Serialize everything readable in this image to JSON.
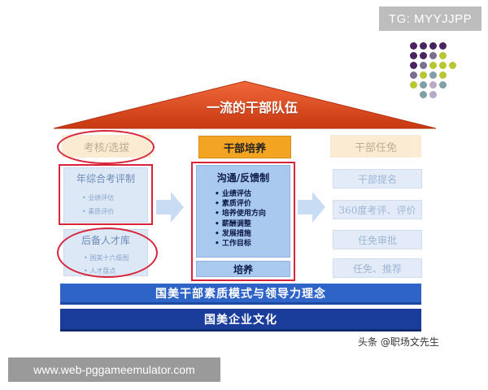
{
  "watermark": {
    "tg": "TG: MYYJJPP",
    "website": "www.web-pggameemulator.com",
    "credit": "头条 @职场文先生"
  },
  "roof": {
    "title": "一流的干部队伍"
  },
  "left": {
    "header": "考核/选拔",
    "panel1": {
      "title": "年综合考评制",
      "items": [
        "业绩评估",
        "素质评价"
      ]
    },
    "panel2": {
      "title": "后备人才库",
      "items": [
        "国美十六级图",
        "人才盘点"
      ]
    }
  },
  "center": {
    "header": "干部培养",
    "panel_title": "沟通/反馈制",
    "items": [
      "业绩评估",
      "素质评价",
      "培养使用方向",
      "薪酬调整",
      "发展措施",
      "工作目标"
    ],
    "footer": "培养"
  },
  "right": {
    "header": "干部任免",
    "boxes": [
      "干部提名",
      "360度考评、评价",
      "任免审批",
      "任免、推荐"
    ]
  },
  "bars": {
    "model": "国美干部素质模式与领导力理念",
    "culture": "国美企业文化"
  },
  "colors": {
    "roof": "#e2451b",
    "header_center": "#f3a423",
    "header_side": "#f8dcae",
    "bar_model": "#2e63c8",
    "bar_culture": "#1a3d9b",
    "highlight_red": "#d8243b",
    "dots": [
      "#4a2460",
      "#7b6e8e",
      "#b7c632",
      "#7fa0a6",
      "#b7a9c9"
    ]
  }
}
